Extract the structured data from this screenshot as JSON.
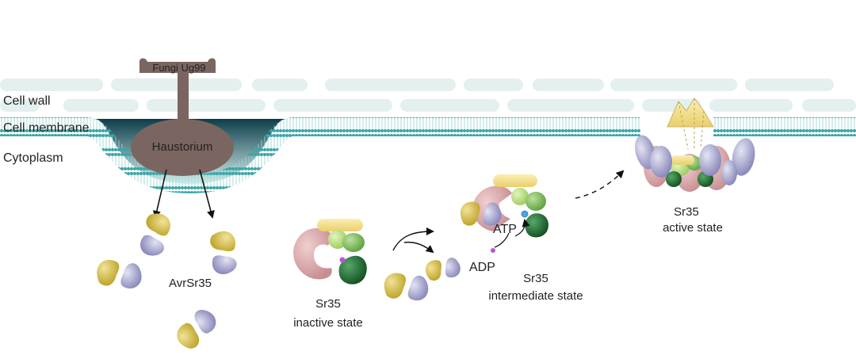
{
  "labels": {
    "cell_wall": "Cell wall",
    "cell_membrane": "Cell membrane",
    "cytoplasm": "Cytoplasm",
    "fungi": "Fungi Ug99",
    "haustorium": "Haustorium",
    "effector": "AvrSr35",
    "atp": "ATP",
    "adp": "ADP",
    "inactive_name": "Sr35",
    "inactive_state": "inactive state",
    "intermediate_name": "Sr35",
    "intermediate_state": "intermediate state",
    "active_name": "Sr35",
    "active_state": "active state"
  },
  "colors": {
    "cell_wall": "#e3f0ef",
    "membrane": "#3aa6a8",
    "membrane_dark": "#0f4552",
    "fungus": "#7b6560",
    "effector_yellow": "#c9b236",
    "effector_lavender": "#9a9ac8",
    "sr35_pink": "#d4a1a3",
    "sr35_yellow": "#f2df86",
    "sr35_lightgreen": "#b3dc7a",
    "sr35_green": "#6ab04c",
    "sr35_darkgreen": "#1f6d2f",
    "atp_blue": "#48a8df",
    "adp_magenta": "#b35ad3"
  }
}
